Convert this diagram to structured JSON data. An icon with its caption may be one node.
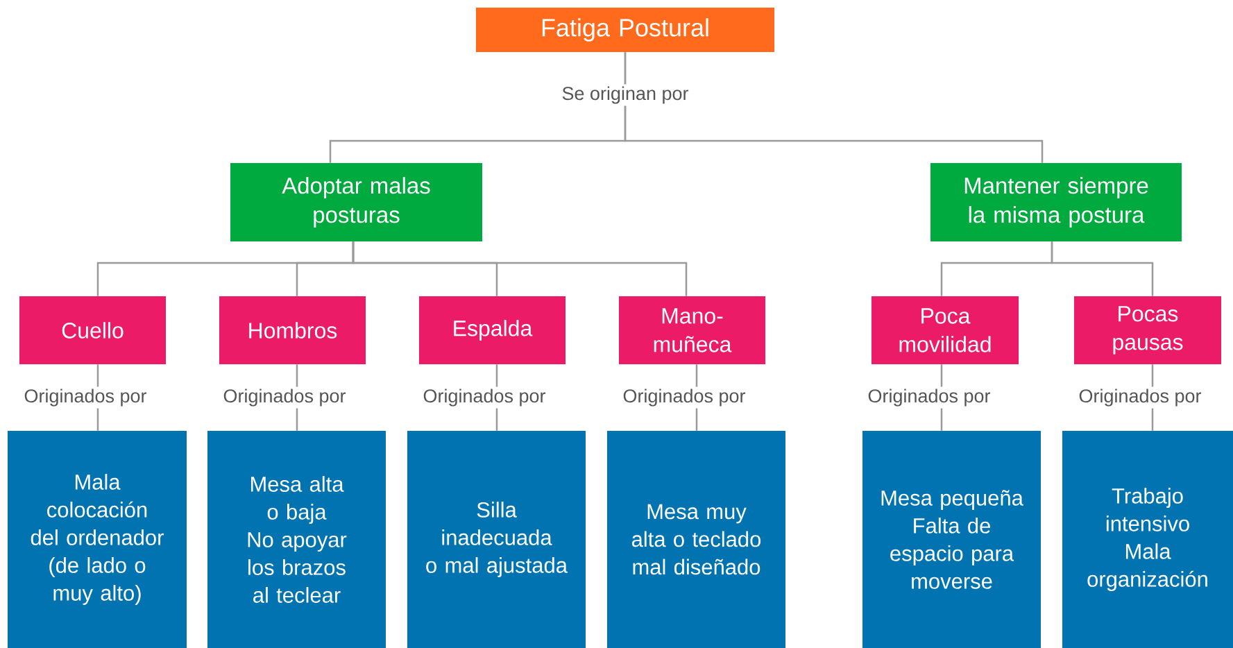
{
  "diagram": {
    "nodes": [
      {
        "text": [
          "Fatiga Postural"
        ]
      },
      {
        "text": [
          "Adoptar malas posturas"
        ]
      },
      {
        "text": [
          "Mantener siempre la misma postura"
        ]
      },
      {
        "text": [
          "Cuello"
        ]
      },
      {
        "text": [
          "Hombros"
        ]
      },
      {
        "text": [
          "Espalda"
        ]
      },
      {
        "text": [
          "Mano- muñeca"
        ]
      },
      {
        "text": [
          "Poca movilidad"
        ]
      },
      {
        "text": [
          "Pocas pausas"
        ]
      },
      {
        "text": [
          "Mala colocación del ordenador (de lado o muy alto)"
        ]
      },
      {
        "text": [
          "Mesa alta o baja",
          "No apoyar los brazos al teclear"
        ]
      },
      {
        "text": [
          "Silla inadecuada o mal ajustada"
        ]
      },
      {
        "text": [
          "Mesa muy alta o teclado mal diseñado"
        ]
      },
      {
        "text": [
          "Mesa pequeña",
          "Falta de espacio para moverse"
        ]
      },
      {
        "text": [
          "Trabajo intensivo",
          "Mala organización"
        ]
      }
    ],
    "edges": [
      {
        "from": 0,
        "to": 1,
        "arrow": "none",
        "label": "Se originan por"
      },
      {
        "from": 0,
        "to": 2,
        "arrow": "none"
      },
      {
        "from": 1,
        "to": 3,
        "arrow": "none"
      },
      {
        "from": 1,
        "to": 4,
        "arrow": "none"
      },
      {
        "from": 1,
        "to": 5,
        "arrow": "none"
      },
      {
        "from": 1,
        "to": 6,
        "arrow": "none"
      },
      {
        "from": 2,
        "to": 7,
        "arrow": "none"
      },
      {
        "from": 2,
        "to": 8,
        "arrow": "none"
      },
      {
        "from": 3,
        "to": 9,
        "arrow": "none",
        "label": "Originados por"
      },
      {
        "from": 4,
        "to": 10,
        "arrow": "none",
        "label": "Originados por"
      },
      {
        "from": 5,
        "to": 11,
        "arrow": "none",
        "label": "Originados por"
      },
      {
        "from": 6,
        "to": 12,
        "arrow": "none",
        "label": "Originados por"
      },
      {
        "from": 7,
        "to": 13,
        "arrow": "none",
        "label": "Originados por"
      },
      {
        "from": 8,
        "to": 14,
        "arrow": "none",
        "label": "Originados por"
      }
    ]
  }
}
